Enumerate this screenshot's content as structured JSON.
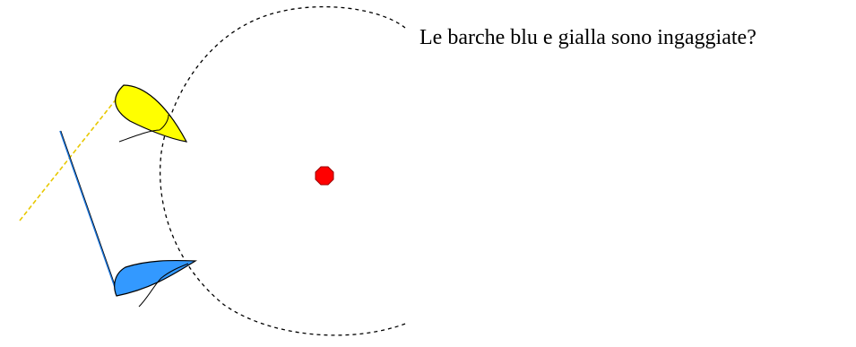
{
  "question": "Le barche blu e gialla sono ingaggiate?",
  "colors": {
    "background": "#ffffff",
    "zone_circle": "#000000",
    "mark": "#ff0000",
    "yellow_boat": "#ffff00",
    "yellow_boat_track": "#e8c800",
    "blue_boat": "#3399ff",
    "blue_boat_track": "#1a73d9",
    "outline": "#000000",
    "text": "#000000"
  },
  "elements": {
    "mark": "red-buoy",
    "zone": "dashed-three-length-circle",
    "boats": [
      "yellow-boat",
      "blue-boat"
    ]
  }
}
